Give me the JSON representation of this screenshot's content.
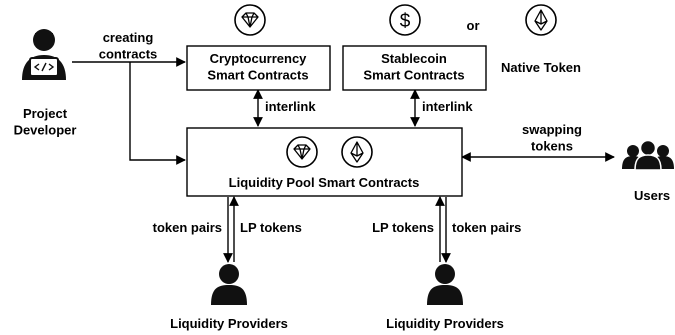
{
  "nodes": {
    "developer": "Project\nDeveloper",
    "crypto_contracts": "Cryptocurrency\nSmart Contracts",
    "stable_contracts": "Stablecoin\nSmart Contracts",
    "native_token": "Native Token",
    "or_label": "or",
    "pool": "Liquidity Pool Smart Contracts",
    "users": "Users",
    "lp_left": "Liquidity Providers",
    "lp_right": "Liquidity Providers"
  },
  "edges": {
    "creating": "creating\ncontracts",
    "interlink_left": "interlink",
    "interlink_right": "interlink",
    "swapping": "swapping\ntokens",
    "token_pairs_left": "token pairs",
    "lp_tokens_left": "LP tokens",
    "lp_tokens_right": "LP tokens",
    "token_pairs_right": "token pairs"
  },
  "icons": {
    "developer": "developer-laptop-icon",
    "crypto": "gem-coin-icon",
    "stablecoin": "dollar-coin-icon",
    "native": "ethereum-coin-icon",
    "users": "users-group-icon",
    "provider": "person-icon"
  }
}
